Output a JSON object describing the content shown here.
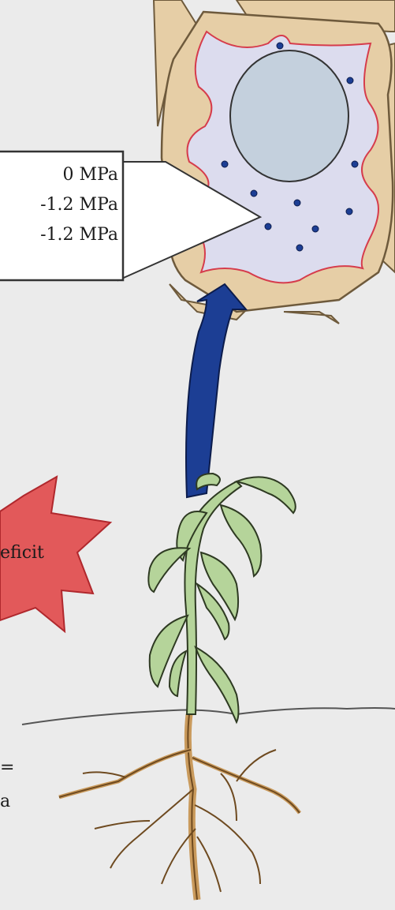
{
  "callout": {
    "values": [
      "0 MPa",
      "-1.2 MPa",
      "-1.2 MPa"
    ]
  },
  "stress_badge": {
    "text": "eficit"
  },
  "cut_text": {
    "line1": "=",
    "line2": "a"
  },
  "colors": {
    "background": "#ebebeb",
    "cell_wall": "#e6ceA6",
    "cytoplasm": "#dcdcee",
    "nucleus": "#c4d0dd",
    "membrane": "#d63c4c",
    "arrow": "#1c3e94",
    "stress_badge": "#e2595a",
    "leaf": "#b5d49a",
    "root": "#c99a5c"
  }
}
